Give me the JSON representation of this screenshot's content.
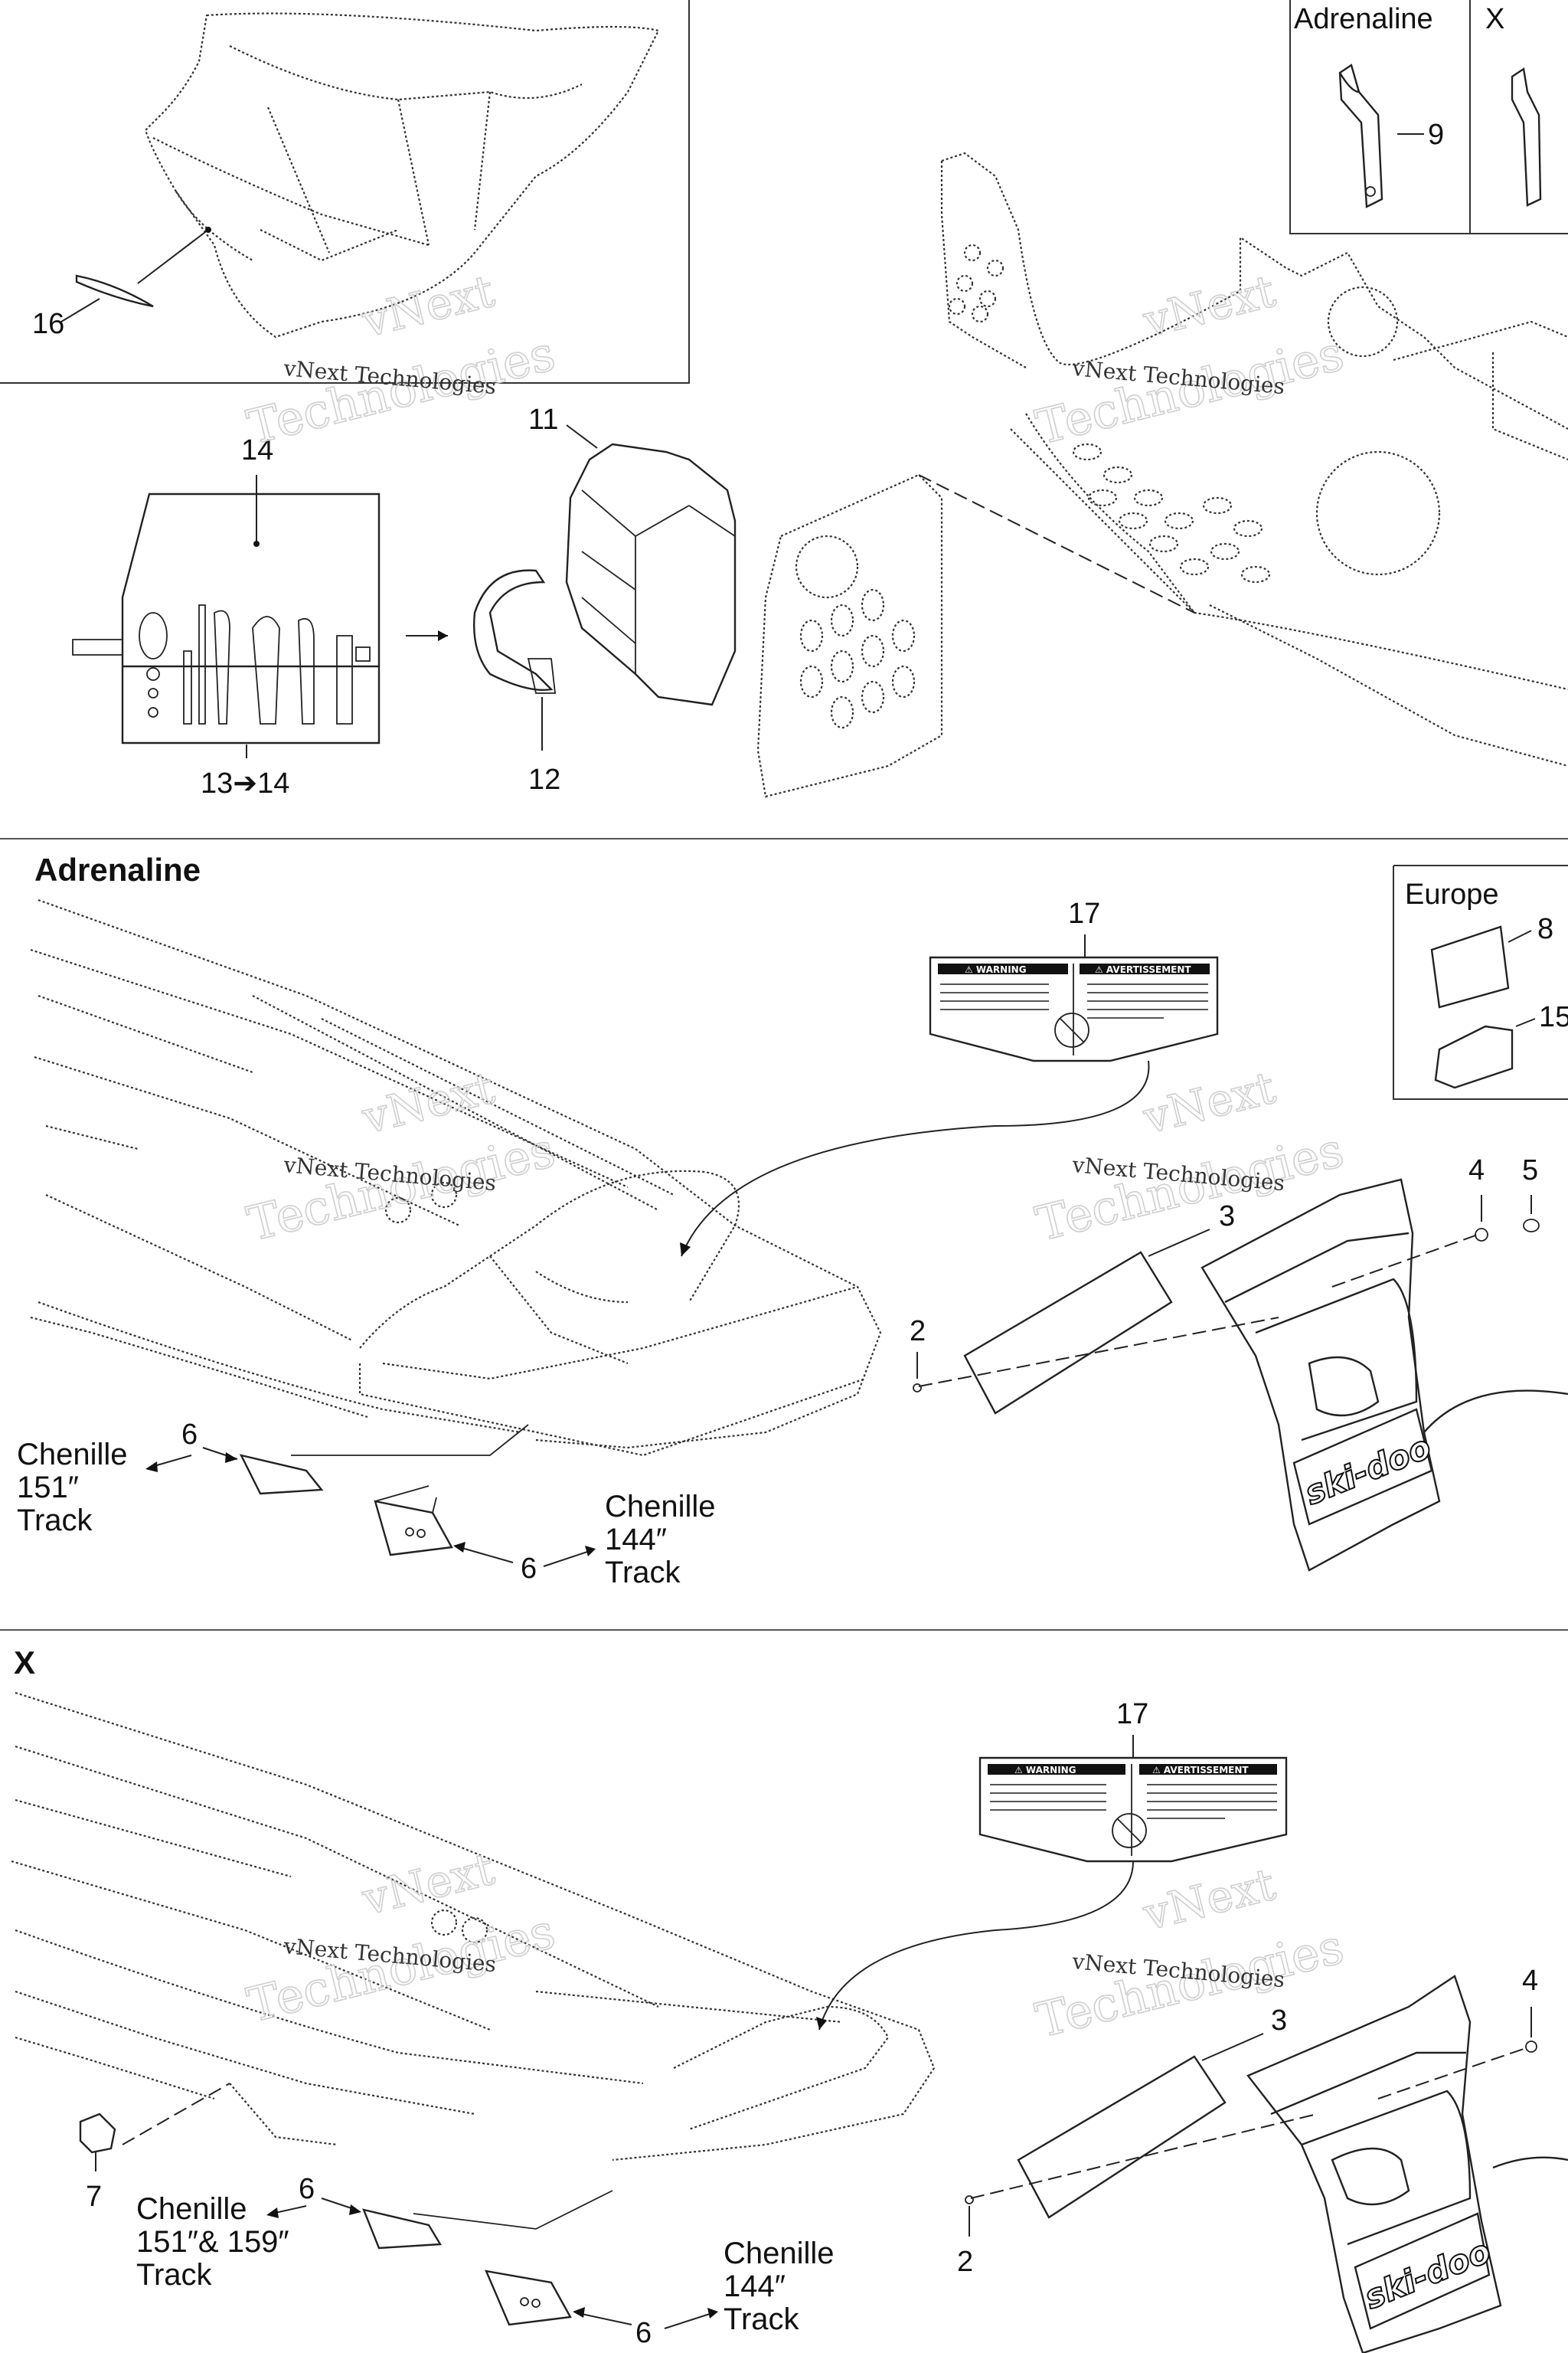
{
  "inset_headers": {
    "adrenaline": "Adrenaline",
    "x": "X",
    "europe": "Europe"
  },
  "sections": {
    "adrenaline": "Adrenaline",
    "x": "X"
  },
  "callouts": {
    "c16": "16",
    "c9": "9",
    "c14": "14",
    "c11": "11",
    "c12": "12",
    "c13_14": "13➔14",
    "c17a": "17",
    "c8": "8",
    "c15": "15",
    "c4a": "4",
    "c5": "5",
    "c3a": "3",
    "c2a": "2",
    "c6a1": "6",
    "c6a2": "6",
    "c17b": "17",
    "c4b": "4",
    "c3b": "3",
    "c2b": "2",
    "c7": "7",
    "c6b1": "6",
    "c6b2": "6"
  },
  "track_labels": {
    "adr_151": [
      "Chenille",
      "151″",
      "Track"
    ],
    "adr_144": [
      "Chenille",
      "144″",
      "Track"
    ],
    "x_151_159": [
      "Chenille",
      "151″& 159″",
      "Track"
    ],
    "x_144": [
      "Chenille",
      "144″",
      "Track"
    ]
  },
  "decal": {
    "warning": "⚠ WARNING",
    "avertissement": "⚠ AVERTISSEMENT"
  },
  "brand_logo": "ski-doo",
  "watermark": {
    "line1": "vNext",
    "line2": "vNext Technologies",
    "line3": "Technologies"
  }
}
